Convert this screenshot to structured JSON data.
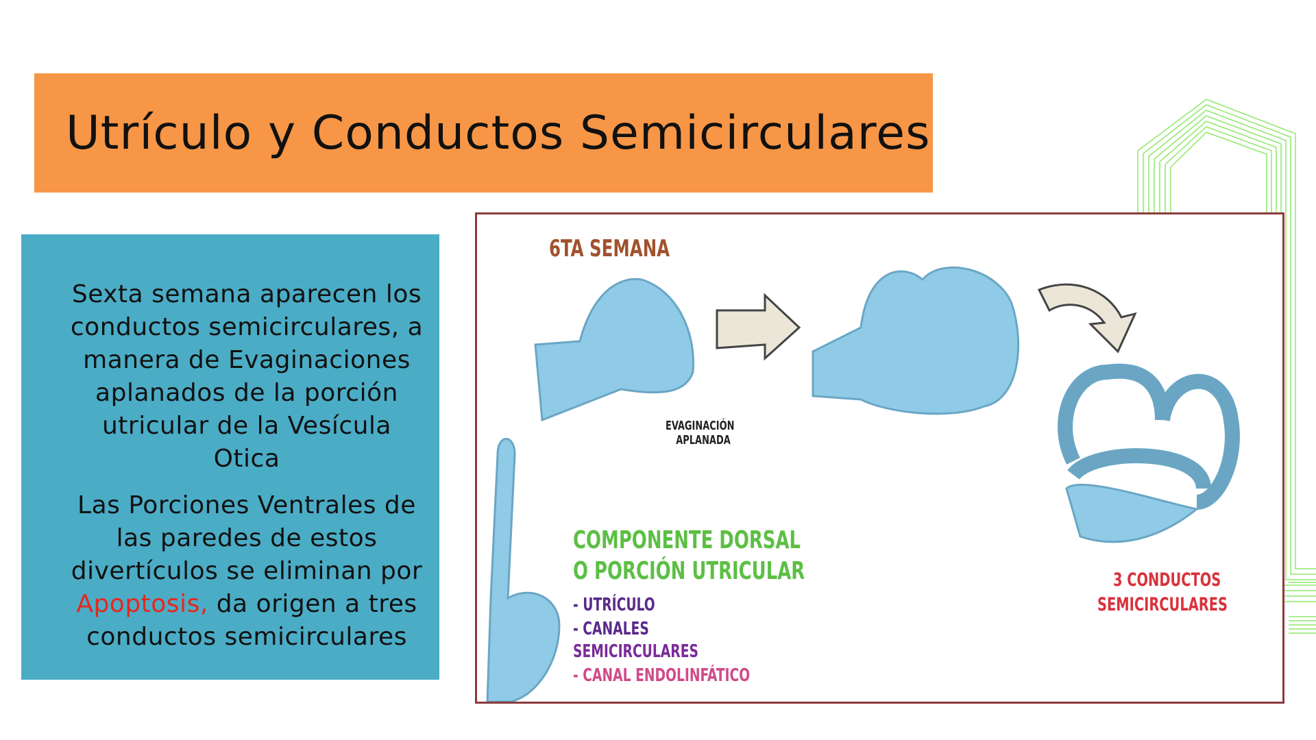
{
  "slide": {
    "title": "Utrículo y Conductos Semicirculares",
    "paragraph1": "Sexta semana  aparecen los conductos semicirculares, a manera de Evaginaciones aplanados de la porción utricular de la Vesícula Otica",
    "paragraph2_before": "Las Porciones Ventrales de las paredes de estos divertículos se eliminan por ",
    "paragraph2_highlight": "Apoptosis,",
    "paragraph2_after": " da origen a tres conductos semicirculares",
    "colors": {
      "title_bg": "#f79646",
      "text_box_bg": "#4bacc6",
      "highlight": "#e8261c",
      "frame": "#8b3a3a",
      "decoration": "#7ee85a"
    }
  },
  "figure": {
    "week_label": "6TA SEMANA",
    "evagination_label_line1": "EVAGINACIÓN",
    "evagination_label_line2": "APLANADA",
    "dorsal_line1": "COMPONENTE DORSAL",
    "dorsal_line2": "O PORCIÓN UTRICULAR",
    "item1": "- UTRÍCULO",
    "item2": "- CANALES",
    "item2b": "SEMICIRCULARES",
    "item3": "- CANAL ENDOLINFÁTICO",
    "result_line1": "3 CONDUCTOS",
    "result_line2": "SEMICIRCULARES"
  }
}
